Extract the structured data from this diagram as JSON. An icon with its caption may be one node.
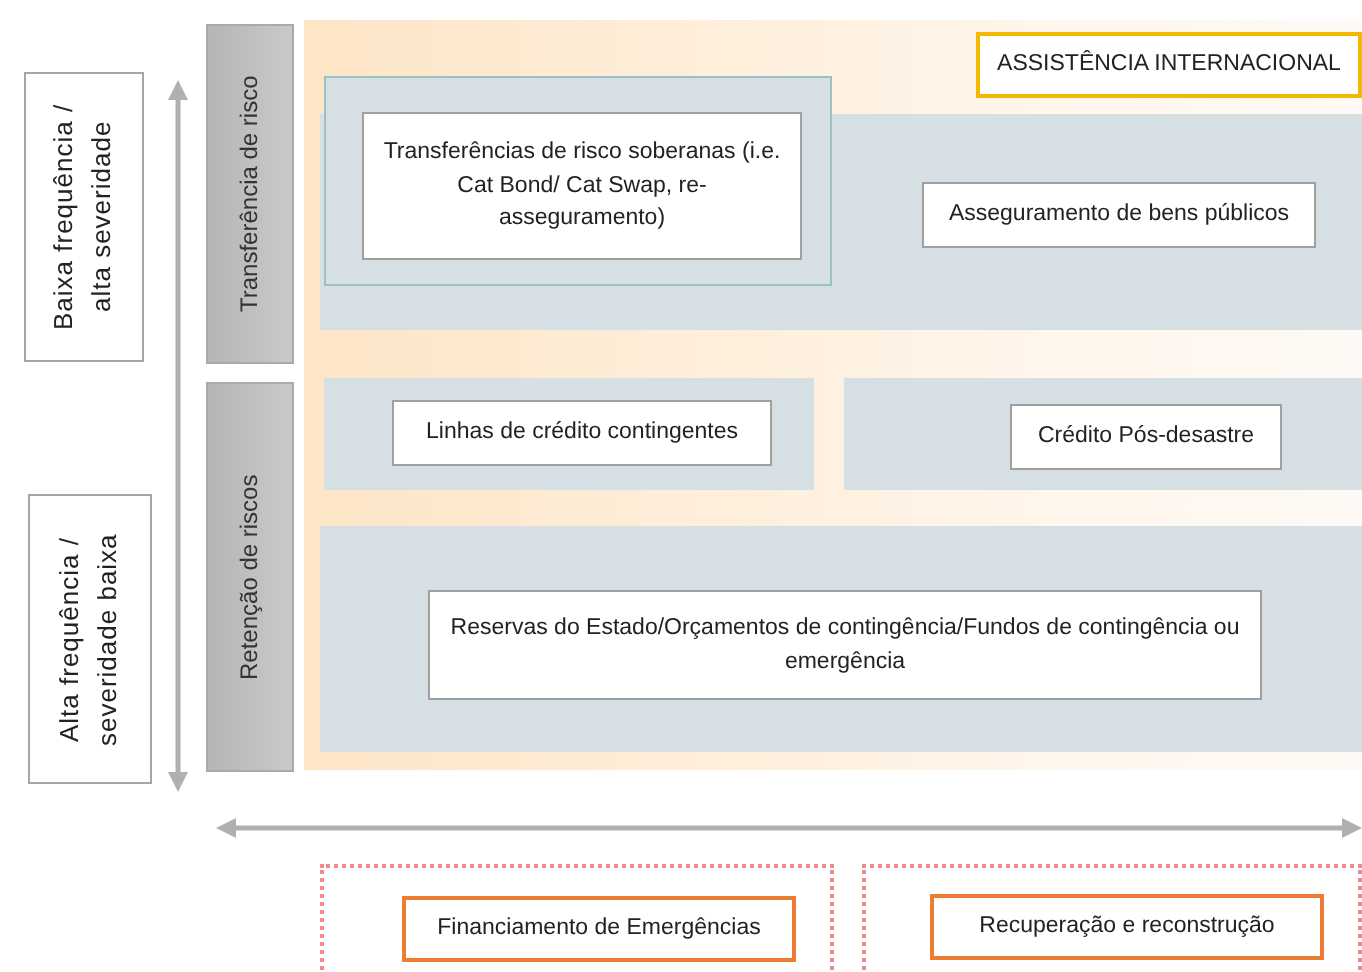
{
  "diagram": {
    "nodes": [
      {
        "text": [
          "Baixa frequência / alta severidade"
        ]
      },
      {
        "text": [
          "Transferência de risco"
        ]
      },
      {
        "text": [
          "ASSISTÊNCIA INTERNACIONAL"
        ]
      },
      {
        "text": [],
        "shape": "box"
      },
      {
        "text": [],
        "shape": "box"
      },
      {
        "text": [
          "Transferências de risco soberanas (i.e. Cat Bond/ Cat Swap, re-asseguramento)"
        ],
        "in": 4
      },
      {
        "text": [
          "Asseguramento de bens públicos"
        ],
        "in": 3
      },
      {
        "text": [],
        "shape": "box"
      },
      {
        "text": [
          "Linhas de crédito contingentes"
        ],
        "in": 7
      },
      {
        "text": [],
        "shape": "box"
      },
      {
        "text": [
          "Crédito Pós-desastre"
        ],
        "in": 9
      },
      {
        "text": [
          "Retenção de riscos"
        ]
      },
      {
        "text": [
          "Alta frequência / severidade baixa"
        ]
      },
      {
        "text": [],
        "shape": "box"
      },
      {
        "text": [
          "Reservas do Estado/Orçamentos de contingência/Fundos de contingência ou emergência"
        ],
        "in": 13
      },
      {
        "text": [],
        "shape": "box"
      },
      {
        "text": [
          "Financiamento de Emergências"
        ],
        "in": 15
      },
      {
        "text": [],
        "shape": "box"
      },
      {
        "text": [
          "Recuperação e reconstrução"
        ],
        "in": 17
      }
    ]
  }
}
